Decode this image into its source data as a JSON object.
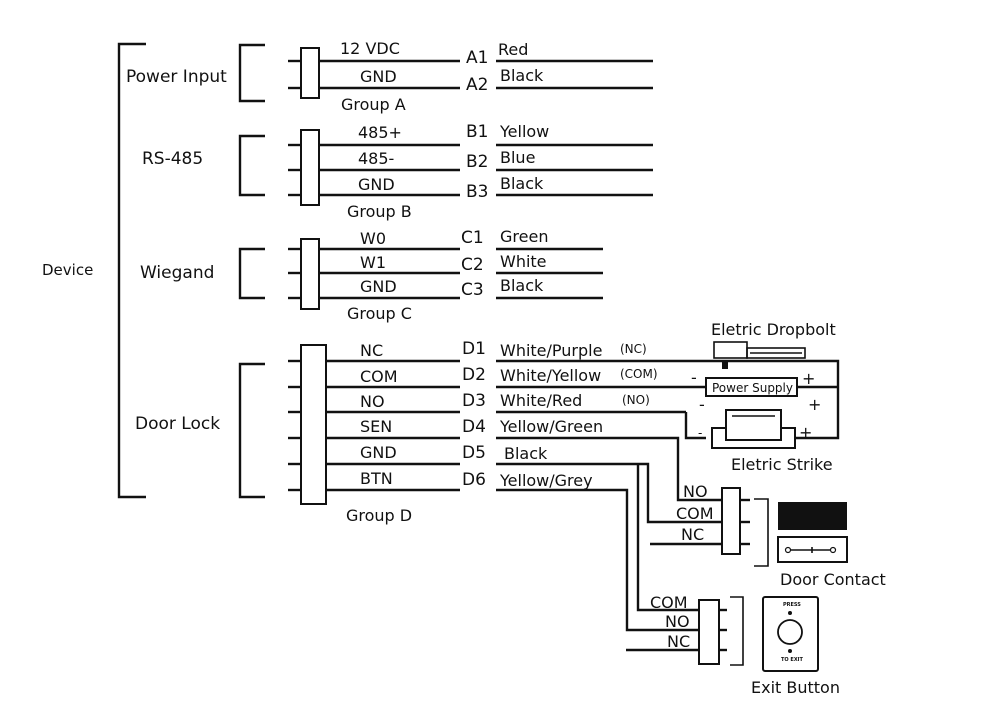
{
  "device": "Device",
  "sections": {
    "power": "Power Input",
    "rs485": "RS-485",
    "wiegand": "Wiegand",
    "door_lock": "Door Lock"
  },
  "groups": {
    "a": "Group A",
    "b": "Group B",
    "c": "Group C",
    "d": "Group D"
  },
  "pins": [
    {
      "terminal": "12 VDC",
      "id": "A1",
      "wire": "Red"
    },
    {
      "terminal": "GND",
      "id": "A2",
      "wire": "Black"
    },
    {
      "terminal": "485+",
      "id": "B1",
      "wire": "Yellow"
    },
    {
      "terminal": "485-",
      "id": "B2",
      "wire": "Blue"
    },
    {
      "terminal": "GND",
      "id": "B3",
      "wire": "Black"
    },
    {
      "terminal": "W0",
      "id": "C1",
      "wire": "Green"
    },
    {
      "terminal": "W1",
      "id": "C2",
      "wire": "White"
    },
    {
      "terminal": "GND",
      "id": "C3",
      "wire": "Black"
    },
    {
      "terminal": "NC",
      "id": "D1",
      "wire": "White/Purple",
      "note": "(NC)"
    },
    {
      "terminal": "COM",
      "id": "D2",
      "wire": "White/Yellow",
      "note": "(COM)"
    },
    {
      "terminal": "NO",
      "id": "D3",
      "wire": "White/Red",
      "note": "(NO)"
    },
    {
      "terminal": "SEN",
      "id": "D4",
      "wire": "Yellow/Green"
    },
    {
      "terminal": "GND",
      "id": "D5",
      "wire": "Black"
    },
    {
      "terminal": "BTN",
      "id": "D6",
      "wire": "Yellow/Grey"
    }
  ],
  "lock": {
    "dropbolt": "Eletric Dropbolt",
    "power_supply": "Power Supply",
    "strike": "Eletric Strike",
    "minus": "-",
    "plus": "+"
  },
  "door_contact": {
    "title": "Door Contact",
    "no": "NO",
    "com": "COM",
    "nc": "NC"
  },
  "exit_button": {
    "title": "Exit Button",
    "com": "COM",
    "no": "NO",
    "nc": "NC",
    "press": "PRESS",
    "to_exit": "TO EXIT"
  }
}
